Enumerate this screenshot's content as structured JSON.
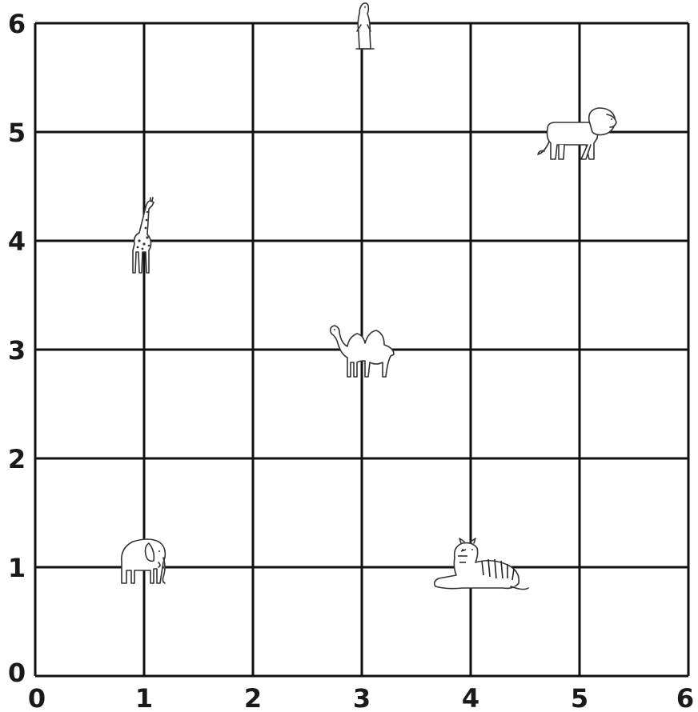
{
  "grid": {
    "x_range": [
      0,
      6
    ],
    "y_range": [
      0,
      6
    ],
    "x_tick_labels": [
      "0",
      "1",
      "2",
      "3",
      "4",
      "5",
      "6"
    ],
    "y_tick_labels": [
      "0",
      "1",
      "2",
      "3",
      "4",
      "5",
      "6"
    ],
    "line_color": "#111111"
  },
  "animals": [
    {
      "name": "meerkat",
      "icon": "meerkat-icon",
      "x": 3,
      "y": 6
    },
    {
      "name": "lion",
      "icon": "lion-icon",
      "x": 5,
      "y": 5
    },
    {
      "name": "giraffe",
      "icon": "giraffe-icon",
      "x": 1,
      "y": 4
    },
    {
      "name": "camel",
      "icon": "camel-icon",
      "x": 3,
      "y": 3
    },
    {
      "name": "elephant",
      "icon": "elephant-icon",
      "x": 1,
      "y": 1
    },
    {
      "name": "tiger",
      "icon": "tiger-icon",
      "x": 4,
      "y": 1
    }
  ]
}
